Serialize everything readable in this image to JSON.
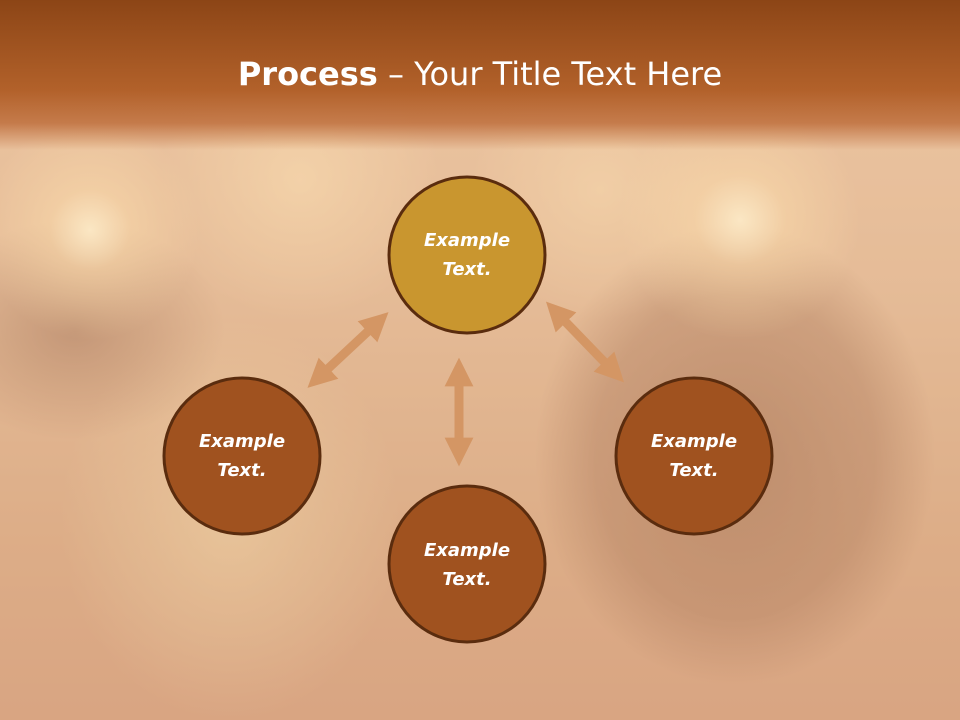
{
  "title": {
    "bold": "Process",
    "separator": " – ",
    "rest": "Your Title Text Here"
  },
  "nodes": [
    {
      "id": "top",
      "line1": "Example",
      "line2": "Text.",
      "fill": "#c9962f"
    },
    {
      "id": "left",
      "line1": "Example",
      "line2": "Text.",
      "fill": "#a0521f"
    },
    {
      "id": "right",
      "line1": "Example",
      "line2": "Text.",
      "fill": "#a0521f"
    },
    {
      "id": "bottom",
      "line1": "Example",
      "line2": "Text.",
      "fill": "#a0521f"
    }
  ],
  "colors": {
    "node_border": "#5a2c0e",
    "arrow": "#d49664",
    "title_bar": "#9a5020"
  },
  "icons": [
    "double-arrow-icon"
  ]
}
